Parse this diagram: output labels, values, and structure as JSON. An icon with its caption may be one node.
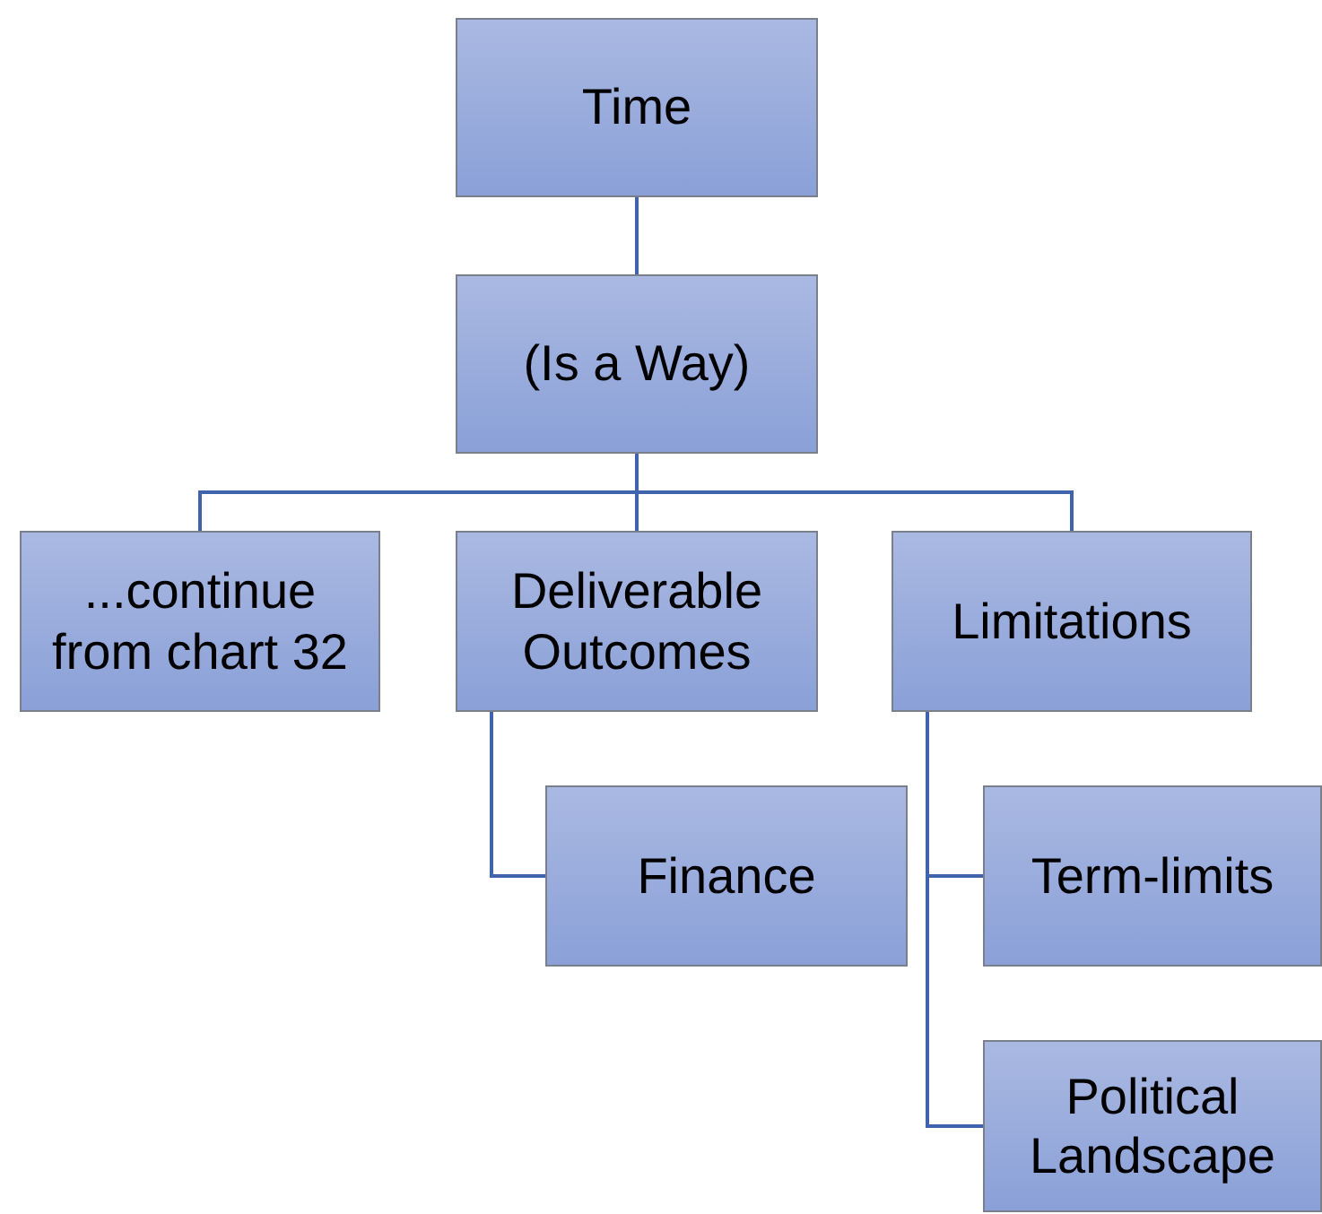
{
  "diagram": {
    "nodes": [
      {
        "text": [
          "Time"
        ]
      },
      {
        "text": [
          "(Is a Way)"
        ]
      },
      {
        "text": [
          "...continue from chart 32"
        ]
      },
      {
        "text": [
          "Deliverable Outcomes"
        ]
      },
      {
        "text": [
          "Limitations"
        ]
      },
      {
        "text": [
          "Finance"
        ]
      },
      {
        "text": [
          "Term-limits"
        ]
      },
      {
        "text": [
          "Political Landscape"
        ]
      }
    ],
    "edges": [
      {
        "from": 0,
        "to": 1,
        "arrow": "none"
      },
      {
        "from": 1,
        "to": 2,
        "arrow": "none"
      },
      {
        "from": 1,
        "to": 3,
        "arrow": "none"
      },
      {
        "from": 1,
        "to": 4,
        "arrow": "none"
      },
      {
        "from": 3,
        "to": 5,
        "arrow": "none"
      },
      {
        "from": 4,
        "to": 6,
        "arrow": "none"
      },
      {
        "from": 4,
        "to": 7,
        "arrow": "none"
      }
    ]
  }
}
